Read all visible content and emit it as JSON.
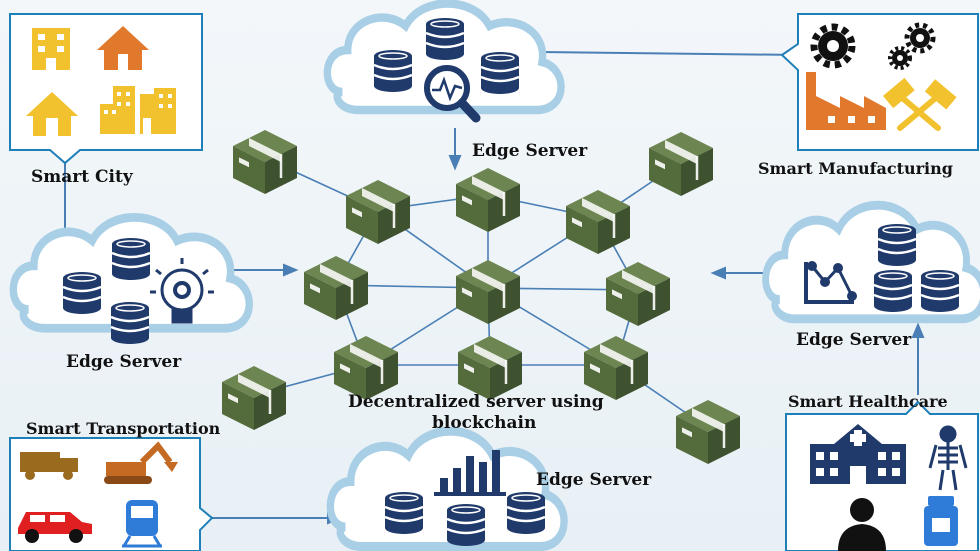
{
  "labels": {
    "smart_city": "Smart City",
    "smart_manufacturing": "Smart Manufacturing",
    "smart_transportation": "Smart Transportation",
    "smart_healthcare": "Smart Healthcare",
    "edge_server_top": "Edge Server",
    "edge_server_left": "Edge Server",
    "edge_server_right": "Edge Server",
    "edge_server_bottom": "Edge Server",
    "decentralized_line1": "Decentralized server using",
    "decentralized_line2": "blockchain"
  },
  "colors": {
    "cloud_fill": "#ffffff",
    "cloud_stroke": "#a9cfe6",
    "block_front": "#546b3c",
    "block_top": "#6d8550",
    "block_side": "#3f5230",
    "link": "#4a7fb5",
    "icon_yellow": "#f2c12e",
    "icon_orange": "#e0792c",
    "icon_navy": "#1f3a6b",
    "icon_red": "#e02020",
    "icon_blue": "#2f7bd8"
  }
}
